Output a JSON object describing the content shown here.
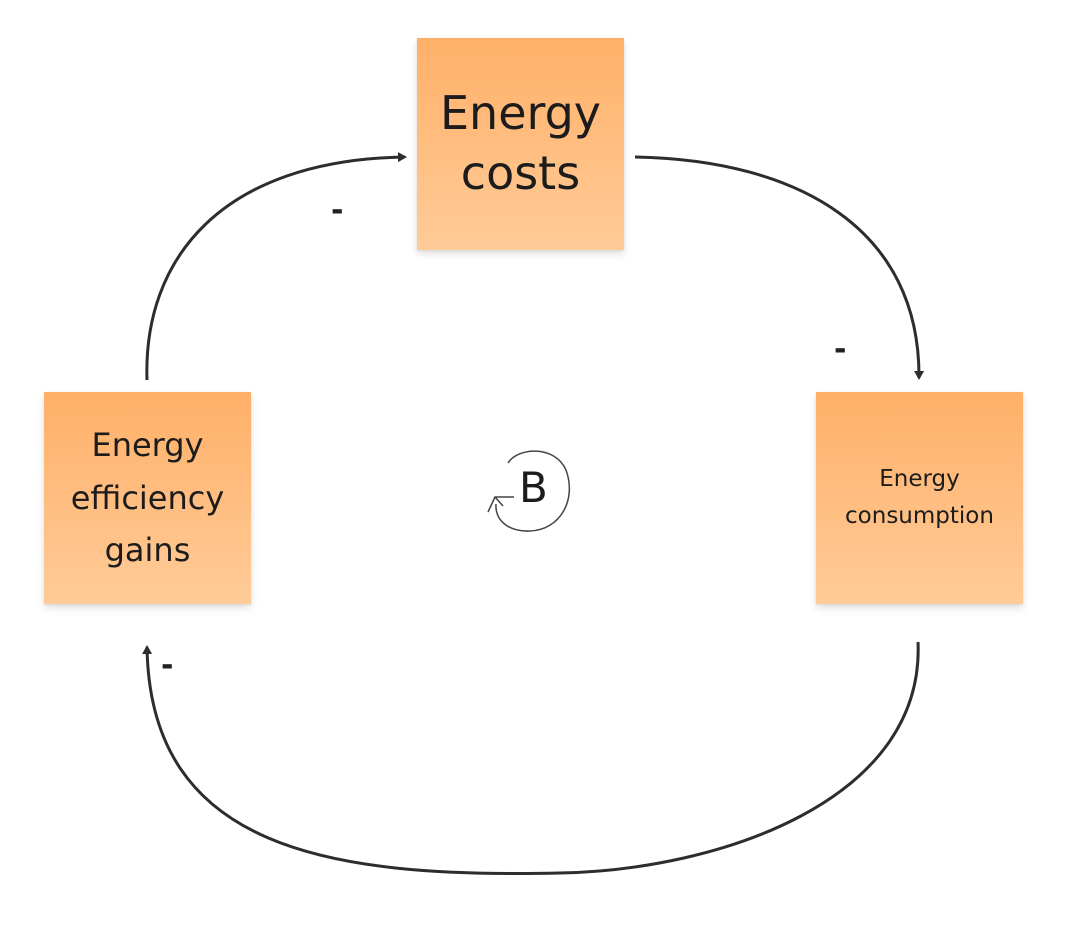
{
  "colors": {
    "note_fill_top": "#ffb068",
    "note_fill_bottom": "#ffcb98",
    "arrow": "#2d2d2d"
  },
  "notes": {
    "costs": "Energy\ncosts",
    "efficiency": "Energy\nefficiency\ngains",
    "consumption": "Energy\nconsumption"
  },
  "polarities": [
    "-",
    "-",
    "-"
  ],
  "loop": {
    "label": "B",
    "icon": "counterclockwise-loop-icon"
  }
}
